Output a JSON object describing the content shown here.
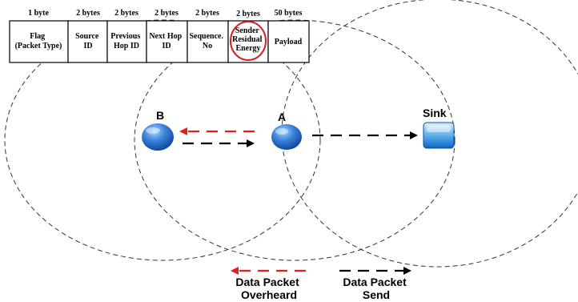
{
  "packet_format": {
    "sizes": [
      "1 byte",
      "2 bytes",
      "2 bytes",
      "2 bytes",
      "2 bytes",
      "2 bytes",
      "50 bytes"
    ],
    "fields": [
      [
        "Flag",
        "(Packet Type)"
      ],
      [
        "Source",
        "ID"
      ],
      [
        "Previous",
        "Hop ID"
      ],
      [
        "Next Hop",
        "ID"
      ],
      [
        "Sequence.",
        "No"
      ],
      [
        "Sender",
        "Residual",
        "Energy"
      ],
      [
        "Payload"
      ]
    ],
    "highlighted_field": "Sender Residual Energy",
    "highlight_color": "#d42020"
  },
  "nodes": {
    "b_label": "B",
    "a_label": "A",
    "sink_label": "Sink",
    "node_color": "#2f6fd0",
    "sink_color": "#1e7fd8"
  },
  "arrows": {
    "overheard_color": "#e0201e",
    "send_color": "#000000"
  },
  "legend": {
    "overheard": [
      "Data Packet",
      "Overheard"
    ],
    "send": [
      "Data Packet",
      "Send"
    ]
  }
}
